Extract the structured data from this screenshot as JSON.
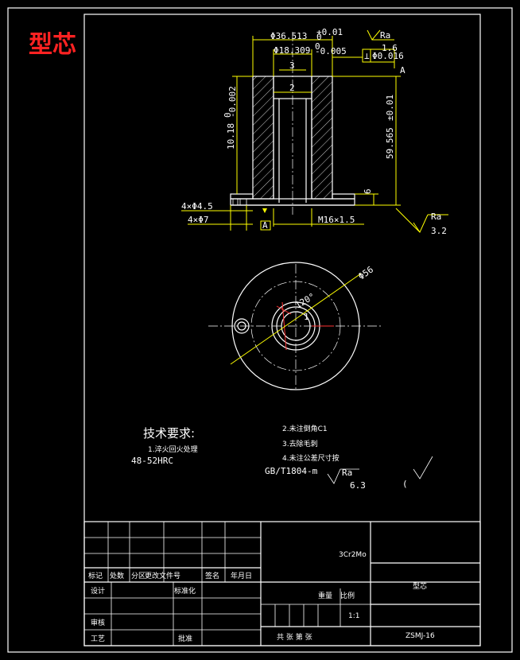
{
  "corner_title": "型芯",
  "dims": {
    "d_outer": "Φ36.513",
    "d_outer_tol_up": "+0.01",
    "d_outer_tol_lo": "0",
    "d_inner": "Φ18.309",
    "d_inner_tol_up": "0",
    "d_inner_tol_lo": "-0.005",
    "d3": "3",
    "d2": "2",
    "h_left": "10.18",
    "h_left_tol_up": "0",
    "h_left_tol_lo": "-0.002",
    "h_total": "59.565",
    "h_total_tol": "±0.01",
    "h6": "6",
    "holes1": "4×Φ4.5",
    "holes2": "4×Φ7",
    "thread": "M16×1.5",
    "datum": "A",
    "phi56": "Φ56",
    "angle": "120°",
    "one": "1"
  },
  "surface": {
    "ra_label": "Ra",
    "ra_top": "1.6",
    "ra_side": "3.2",
    "ra_note": "6.3"
  },
  "tolerance_frame": {
    "symbol": "⊥",
    "value": "Φ0.016",
    "datum": "A"
  },
  "notes": {
    "heading": "技术要求:",
    "n1": "1.淬火回火处理",
    "n1b": "48-52HRC",
    "n2": "2.未注倒角C1",
    "n3": "3.去除毛刺",
    "n4": "4.未注公差尺寸按",
    "n4b": "GB/T1804-m"
  },
  "title_block": {
    "material": "3Cr2Mo",
    "part_name": "型芯",
    "drawing_no": "ZSMJ-16",
    "scale": "1:1",
    "weight_label": "重量",
    "scale_label": "比例",
    "sheets": "共 张  第 张",
    "hdr_mark": "标记",
    "hdr_count": "处数",
    "hdr_zone": "分区",
    "hdr_change": "更改文件号",
    "hdr_sign": "签名",
    "hdr_date": "年月日",
    "design": "设计",
    "std": "标准化",
    "review": "审核",
    "process": "工艺",
    "approve": "批准"
  }
}
